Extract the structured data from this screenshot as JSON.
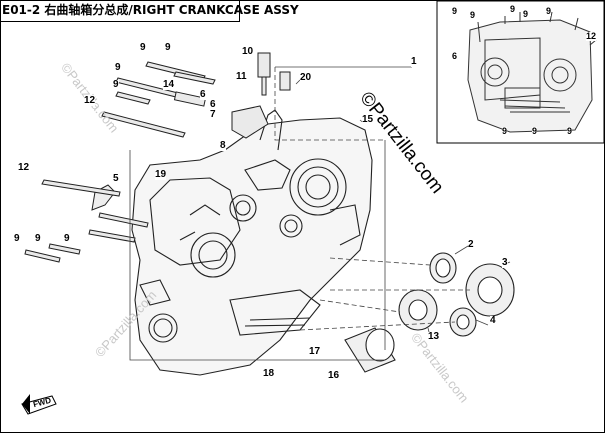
{
  "title": "E01-2 右曲轴箱分总成/RIGHT CRANKCASE ASSY",
  "watermark": "©Partzilla.com",
  "fwd_label": "FWD",
  "callouts": [
    {
      "id": "c1",
      "text": "1"
    },
    {
      "id": "c2",
      "text": "2"
    },
    {
      "id": "c3",
      "text": "3"
    },
    {
      "id": "c4",
      "text": "4"
    },
    {
      "id": "c5",
      "text": "5"
    },
    {
      "id": "c6a",
      "text": "6"
    },
    {
      "id": "c6b",
      "text": "6"
    },
    {
      "id": "c7",
      "text": "7"
    },
    {
      "id": "c8",
      "text": "8"
    },
    {
      "id": "c9a",
      "text": "9"
    },
    {
      "id": "c9b",
      "text": "9"
    },
    {
      "id": "c9c",
      "text": "9"
    },
    {
      "id": "c9d",
      "text": "9"
    },
    {
      "id": "c9e",
      "text": "9"
    },
    {
      "id": "c9f",
      "text": "9"
    },
    {
      "id": "c9g",
      "text": "9"
    },
    {
      "id": "c10",
      "text": "10"
    },
    {
      "id": "c11",
      "text": "11"
    },
    {
      "id": "c12a",
      "text": "12"
    },
    {
      "id": "c12b",
      "text": "12"
    },
    {
      "id": "c13",
      "text": "13"
    },
    {
      "id": "c14",
      "text": "14"
    },
    {
      "id": "c15",
      "text": "15"
    },
    {
      "id": "c16",
      "text": "16"
    },
    {
      "id": "c17",
      "text": "17"
    },
    {
      "id": "c18",
      "text": "18"
    },
    {
      "id": "c19",
      "text": "19"
    },
    {
      "id": "c20",
      "text": "20"
    }
  ],
  "inset_callouts": [
    {
      "id": "i9a",
      "text": "9"
    },
    {
      "id": "i9b",
      "text": "9"
    },
    {
      "id": "i9c",
      "text": "9"
    },
    {
      "id": "i6",
      "text": "6"
    },
    {
      "id": "i12",
      "text": "12"
    },
    {
      "id": "i9d",
      "text": "9"
    },
    {
      "id": "i9e",
      "text": "9"
    },
    {
      "id": "i9f",
      "text": "9"
    },
    {
      "id": "i9g",
      "text": "9"
    },
    {
      "id": "i9h",
      "text": "9"
    }
  ]
}
